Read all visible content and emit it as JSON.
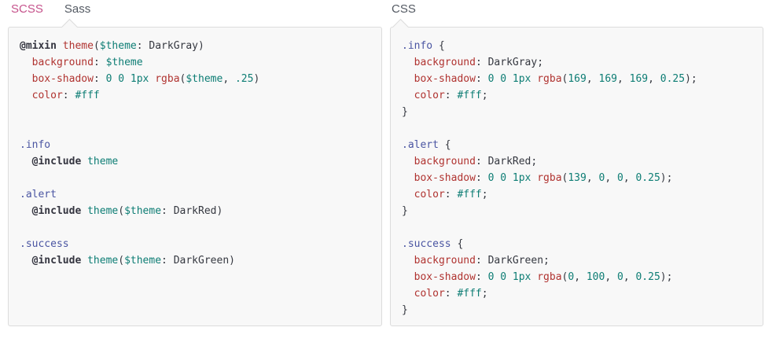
{
  "tabs": {
    "left": [
      {
        "label": "SCSS",
        "current": false
      },
      {
        "label": "Sass",
        "current": true
      }
    ],
    "right": [
      {
        "label": "CSS",
        "current": true
      }
    ]
  },
  "colors": {
    "tab_link": "#c6538c",
    "tab_current": "#545a63",
    "panel_background": "#f8f8f8",
    "panel_border": "#dcdcdc",
    "code_plain": "#353840",
    "code_at_keyword": "#33343f",
    "code_property": "#b03330",
    "code_value": "#0d7d74",
    "code_selector": "#4a55a2"
  },
  "code": {
    "sass": {
      "lines": [
        [
          [
            "k",
            "@mixin"
          ],
          [
            "p",
            " "
          ],
          [
            "r",
            "theme"
          ],
          [
            "p",
            "("
          ],
          [
            "v",
            "$theme"
          ],
          [
            "p",
            ": DarkGray)"
          ]
        ],
        [
          [
            "p",
            "  "
          ],
          [
            "r",
            "background"
          ],
          [
            "p",
            ": "
          ],
          [
            "v",
            "$theme"
          ]
        ],
        [
          [
            "p",
            "  "
          ],
          [
            "r",
            "box-shadow"
          ],
          [
            "p",
            ": "
          ],
          [
            "v",
            "0 0 1px"
          ],
          [
            "p",
            " "
          ],
          [
            "r",
            "rgba"
          ],
          [
            "p",
            "("
          ],
          [
            "v",
            "$theme"
          ],
          [
            "p",
            ", "
          ],
          [
            "v",
            ".25"
          ],
          [
            "p",
            ")"
          ]
        ],
        [
          [
            "p",
            "  "
          ],
          [
            "r",
            "color"
          ],
          [
            "p",
            ": "
          ],
          [
            "v",
            "#fff"
          ]
        ],
        [],
        [],
        [
          [
            "s",
            ".info"
          ]
        ],
        [
          [
            "p",
            "  "
          ],
          [
            "k",
            "@include"
          ],
          [
            "p",
            " "
          ],
          [
            "v",
            "theme"
          ]
        ],
        [],
        [
          [
            "s",
            ".alert"
          ]
        ],
        [
          [
            "p",
            "  "
          ],
          [
            "k",
            "@include"
          ],
          [
            "p",
            " "
          ],
          [
            "v",
            "theme"
          ],
          [
            "p",
            "("
          ],
          [
            "v",
            "$theme"
          ],
          [
            "p",
            ": DarkRed)"
          ]
        ],
        [],
        [
          [
            "s",
            ".success"
          ]
        ],
        [
          [
            "p",
            "  "
          ],
          [
            "k",
            "@include"
          ],
          [
            "p",
            " "
          ],
          [
            "v",
            "theme"
          ],
          [
            "p",
            "("
          ],
          [
            "v",
            "$theme"
          ],
          [
            "p",
            ": DarkGreen)"
          ]
        ]
      ]
    },
    "css": {
      "lines": [
        [
          [
            "s",
            ".info"
          ],
          [
            "p",
            " {"
          ]
        ],
        [
          [
            "p",
            "  "
          ],
          [
            "r",
            "background"
          ],
          [
            "p",
            ": DarkGray;"
          ]
        ],
        [
          [
            "p",
            "  "
          ],
          [
            "r",
            "box-shadow"
          ],
          [
            "p",
            ": "
          ],
          [
            "v",
            "0 0 1px"
          ],
          [
            "p",
            " "
          ],
          [
            "r",
            "rgba"
          ],
          [
            "p",
            "("
          ],
          [
            "v",
            "169"
          ],
          [
            "p",
            ", "
          ],
          [
            "v",
            "169"
          ],
          [
            "p",
            ", "
          ],
          [
            "v",
            "169"
          ],
          [
            "p",
            ", "
          ],
          [
            "v",
            "0.25"
          ],
          [
            "p",
            ");"
          ]
        ],
        [
          [
            "p",
            "  "
          ],
          [
            "r",
            "color"
          ],
          [
            "p",
            ": "
          ],
          [
            "v",
            "#fff"
          ],
          [
            "p",
            ";"
          ]
        ],
        [
          [
            "p",
            "}"
          ]
        ],
        [],
        [
          [
            "s",
            ".alert"
          ],
          [
            "p",
            " {"
          ]
        ],
        [
          [
            "p",
            "  "
          ],
          [
            "r",
            "background"
          ],
          [
            "p",
            ": DarkRed;"
          ]
        ],
        [
          [
            "p",
            "  "
          ],
          [
            "r",
            "box-shadow"
          ],
          [
            "p",
            ": "
          ],
          [
            "v",
            "0 0 1px"
          ],
          [
            "p",
            " "
          ],
          [
            "r",
            "rgba"
          ],
          [
            "p",
            "("
          ],
          [
            "v",
            "139"
          ],
          [
            "p",
            ", "
          ],
          [
            "v",
            "0"
          ],
          [
            "p",
            ", "
          ],
          [
            "v",
            "0"
          ],
          [
            "p",
            ", "
          ],
          [
            "v",
            "0.25"
          ],
          [
            "p",
            ");"
          ]
        ],
        [
          [
            "p",
            "  "
          ],
          [
            "r",
            "color"
          ],
          [
            "p",
            ": "
          ],
          [
            "v",
            "#fff"
          ],
          [
            "p",
            ";"
          ]
        ],
        [
          [
            "p",
            "}"
          ]
        ],
        [],
        [
          [
            "s",
            ".success"
          ],
          [
            "p",
            " {"
          ]
        ],
        [
          [
            "p",
            "  "
          ],
          [
            "r",
            "background"
          ],
          [
            "p",
            ": DarkGreen;"
          ]
        ],
        [
          [
            "p",
            "  "
          ],
          [
            "r",
            "box-shadow"
          ],
          [
            "p",
            ": "
          ],
          [
            "v",
            "0 0 1px"
          ],
          [
            "p",
            " "
          ],
          [
            "r",
            "rgba"
          ],
          [
            "p",
            "("
          ],
          [
            "v",
            "0"
          ],
          [
            "p",
            ", "
          ],
          [
            "v",
            "100"
          ],
          [
            "p",
            ", "
          ],
          [
            "v",
            "0"
          ],
          [
            "p",
            ", "
          ],
          [
            "v",
            "0.25"
          ],
          [
            "p",
            ");"
          ]
        ],
        [
          [
            "p",
            "  "
          ],
          [
            "r",
            "color"
          ],
          [
            "p",
            ": "
          ],
          [
            "v",
            "#fff"
          ],
          [
            "p",
            ";"
          ]
        ],
        [
          [
            "p",
            "}"
          ]
        ]
      ]
    }
  }
}
